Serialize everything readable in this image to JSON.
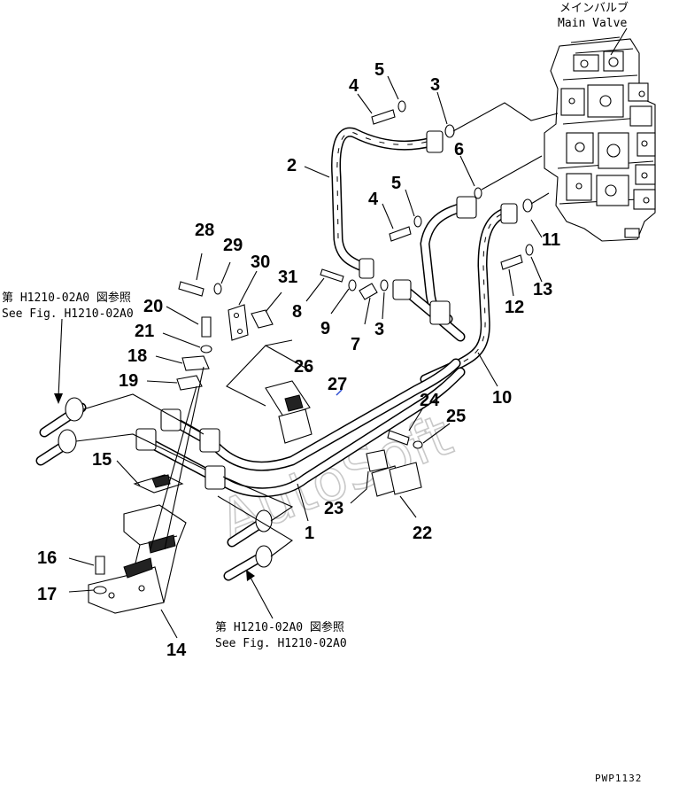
{
  "main_valve": {
    "label_jp": "メインバルブ",
    "label_en": "Main Valve"
  },
  "references": [
    {
      "jp": "第 H1210-02A0 図参照",
      "en": "See Fig. H1210-02A0"
    },
    {
      "jp": "第 H1210-02A0 図参照",
      "en": "See Fig. H1210-02A0"
    }
  ],
  "part_numbers": [
    "1",
    "2",
    "3",
    "3",
    "4",
    "4",
    "5",
    "5",
    "6",
    "7",
    "8",
    "9",
    "10",
    "11",
    "12",
    "13",
    "14",
    "15",
    "16",
    "17",
    "18",
    "19",
    "20",
    "21",
    "22",
    "23",
    "24",
    "25",
    "26",
    "27",
    "28",
    "29",
    "30",
    "31"
  ],
  "watermark": "AutoSoft",
  "drawing_code": "PWP1132"
}
